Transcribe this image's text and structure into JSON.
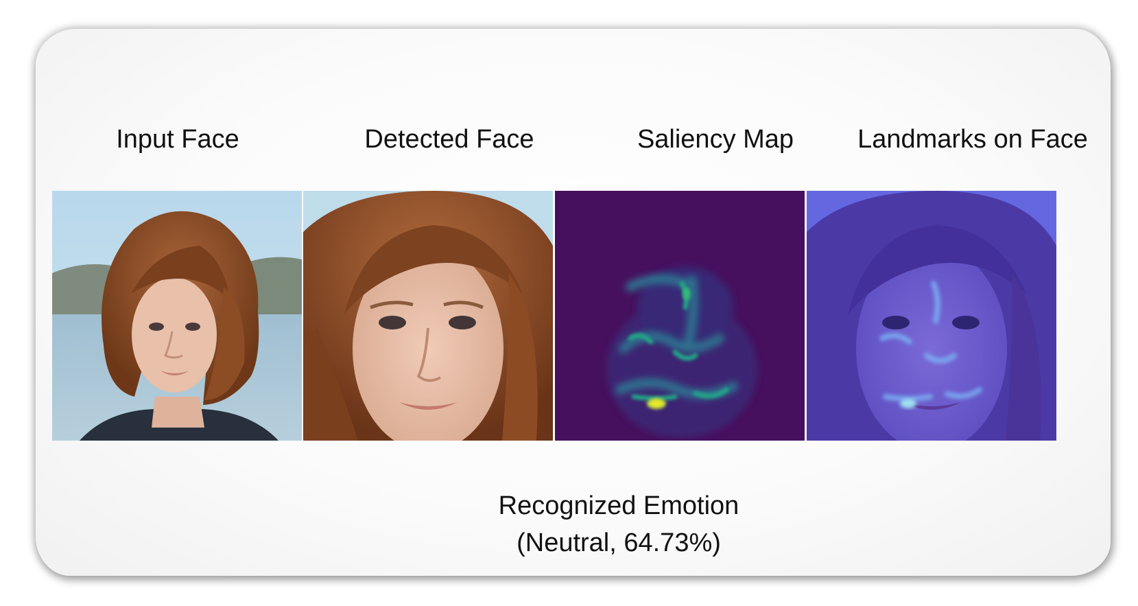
{
  "panels": [
    {
      "caption": "Input Face"
    },
    {
      "caption": "Detected Face"
    },
    {
      "caption": "Saliency Map"
    },
    {
      "caption": "Landmarks on Face"
    }
  ],
  "result": {
    "title": "Recognized Emotion",
    "value": "(Neutral, 64.73%)"
  },
  "colors": {
    "sky": "#bcdcef",
    "hair": "#8a4a25",
    "skin": "#e7bda6",
    "saliency_bg": "#46105e",
    "saliency_hot": "#f4e51c",
    "landmark_overlay": "#5658d6"
  }
}
